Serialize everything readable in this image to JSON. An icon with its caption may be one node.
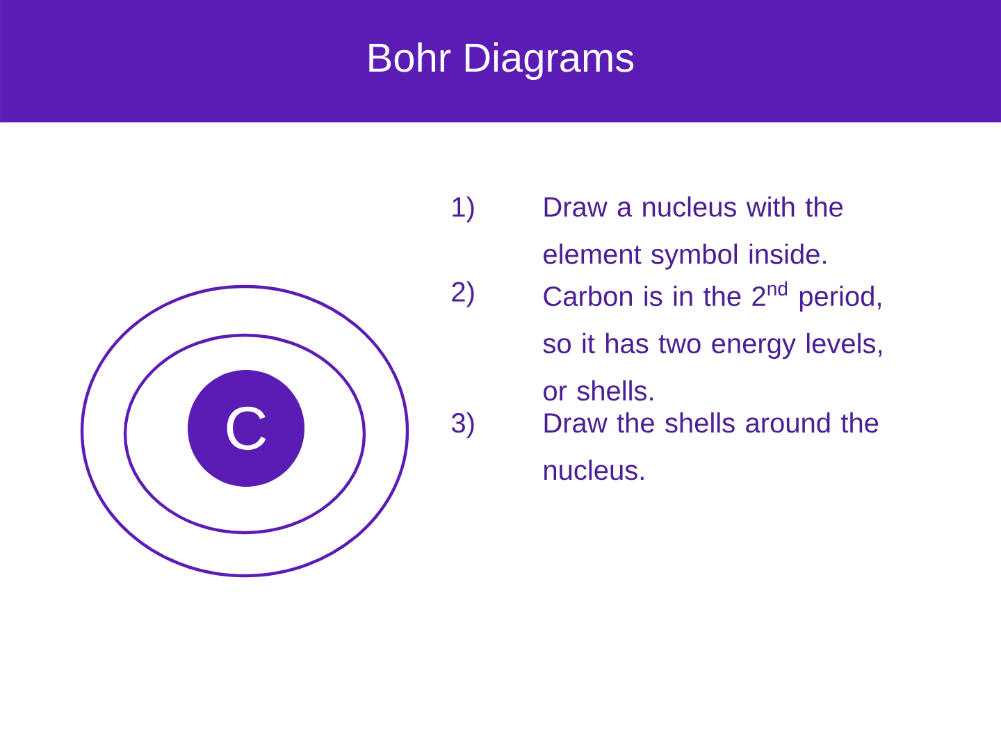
{
  "diagram": {
    "title": "Bohr Diagrams",
    "nodes": [
      {
        "text": [],
        "shape": "circle"
      },
      {
        "text": [],
        "shape": "circle",
        "in": 0
      },
      {
        "text": [
          "C"
        ],
        "in": 1
      }
    ],
    "labels": [
      "1)",
      "Draw a nucleus with the element symbol inside.",
      "2)",
      "Carbon is in the 2$^{nd}$ period, so it has two energy levels, or shells.",
      "3)",
      "Draw the shells around the nucleus."
    ]
  }
}
